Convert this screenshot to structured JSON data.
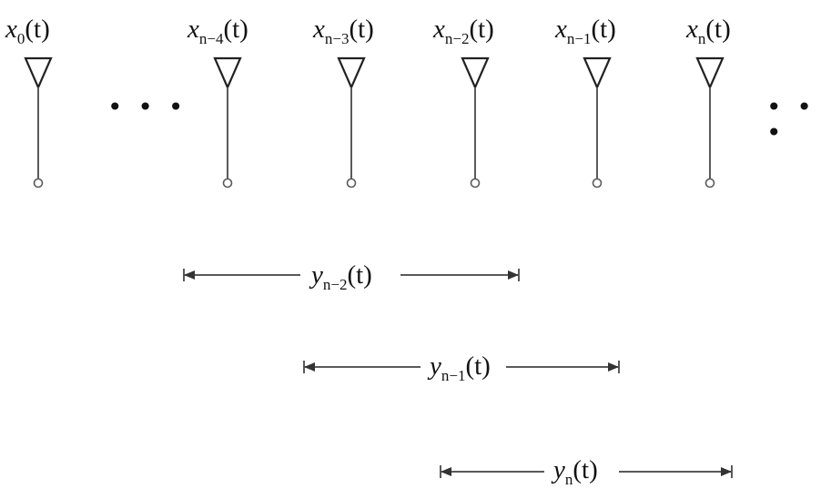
{
  "antennas": [
    {
      "var": "x",
      "sub": "0",
      "arg": "(t)"
    },
    {
      "var": "x",
      "sub": "n−4",
      "arg": "(t)"
    },
    {
      "var": "x",
      "sub": "n−3",
      "arg": "(t)"
    },
    {
      "var": "x",
      "sub": "n−2",
      "arg": "(t)"
    },
    {
      "var": "x",
      "sub": "n−1",
      "arg": "(t)"
    },
    {
      "var": "x",
      "sub": "n",
      "arg": "(t)"
    }
  ],
  "ellipsis_left": "• • •",
  "ellipsis_right": "• • •",
  "spans": [
    {
      "var": "y",
      "sub": "n−2",
      "arg": "(t)"
    },
    {
      "var": "y",
      "sub": "n−1",
      "arg": "(t)"
    },
    {
      "var": "y",
      "sub": "n",
      "arg": "(t)"
    }
  ],
  "colors": {
    "line": "#5a5a5a",
    "text": "#111111"
  }
}
